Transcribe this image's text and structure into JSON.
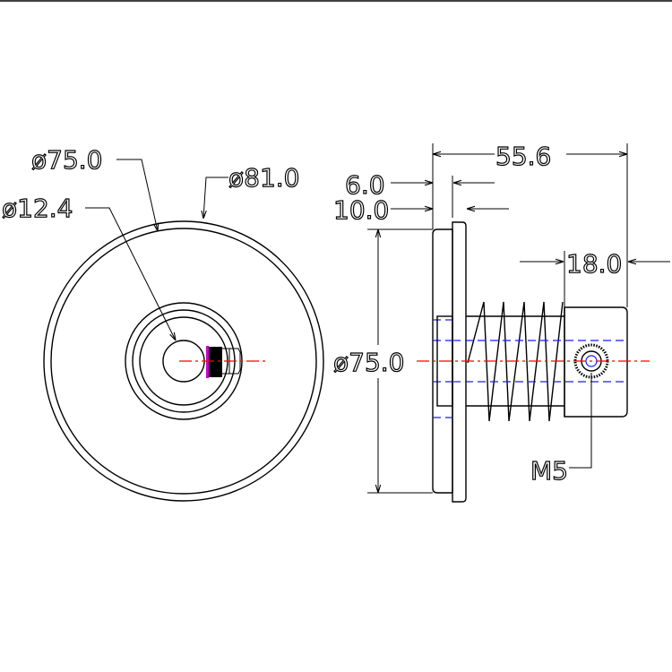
{
  "colors": {
    "line": "#000000",
    "hidden_line": "#1a1aff",
    "center_line": "#ff0000",
    "set_screw_accent": "#cc00cc"
  },
  "front_view": {
    "dim_outer_bore": "ø75.0",
    "dim_outer": "ø81.0",
    "dim_bore": "ø12.4"
  },
  "side_view": {
    "dim_length": "55.6",
    "dim_flange": "6.0",
    "dim_flange_total": "10.0",
    "dim_hub": "18.0",
    "dim_diameter": "ø75.0",
    "screw_label": "M5"
  }
}
